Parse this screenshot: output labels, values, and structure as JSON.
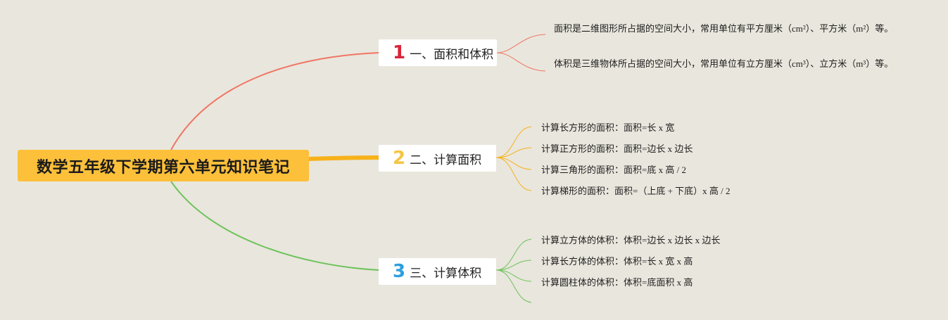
{
  "root": {
    "title": "数学五年级下学期第六单元知识笔记"
  },
  "colors": {
    "branch1": "#f07565",
    "branch2": "#f7b21a",
    "branch3": "#6cc35a",
    "root_bg": "#fdc03a",
    "background": "#e9e6dd"
  },
  "branches": [
    {
      "number": "1",
      "label": "一、面积和体积",
      "color": "#d9253b",
      "leaves": [
        "面积是二维图形所占据的空间大小，常用单位有平方厘米（cm²）、平方米（m²）等。",
        "体积是三维物体所占据的空间大小，常用单位有立方厘米（cm³）、立方米（m³）等。"
      ]
    },
    {
      "number": "2",
      "label": "二、计算面积",
      "color": "#f5c542",
      "leaves": [
        "计算长方形的面积：面积=长 x 宽",
        "计算正方形的面积：面积=边长 x 边长",
        "计算三角形的面积：面积=底 x 高 / 2",
        "计算梯形的面积：面积=（上底 + 下底）x 高 / 2"
      ]
    },
    {
      "number": "3",
      "label": "三、计算体积",
      "color": "#2d9fe0",
      "leaves": [
        "计算立方体的体积：体积=边长 x 边长 x 边长",
        "计算长方体的体积：体积=长 x 宽 x 高",
        "计算圆柱体的体积：体积=底面积 x 高"
      ]
    }
  ]
}
